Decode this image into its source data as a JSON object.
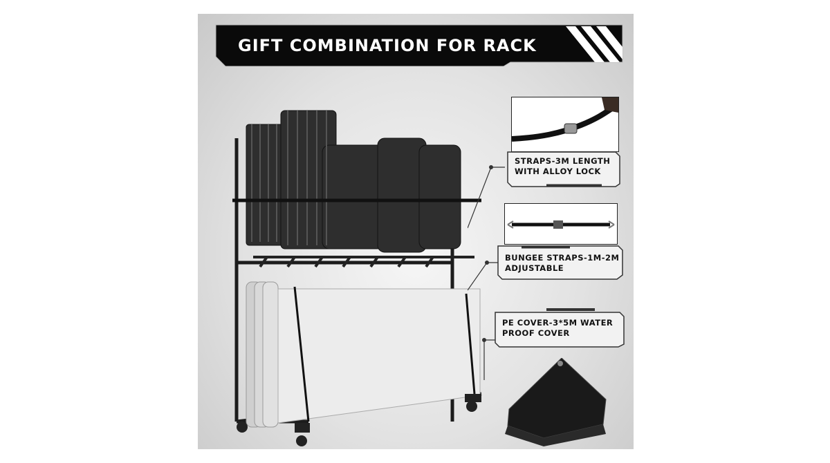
{
  "header": {
    "title": "GIFT COMBINATION FOR RACK"
  },
  "callouts": [
    {
      "line1": "STRAPS-3M LENGTH",
      "line2": "WITH ALLOY LOCK"
    },
    {
      "line1": "BUNGEE  STRAPS-1M-2M",
      "line2": "ADJUSTABLE"
    },
    {
      "line1": "PE COVER-3*5M WATER",
      "line2": "PROOF COVER"
    }
  ],
  "colors": {
    "banner": "#0a0a0a",
    "accent": "#ffffff",
    "chair": "#2e2e2e",
    "table": "#eaeaea"
  },
  "icons": [
    "strap-icon",
    "bungee-icon",
    "tarp-icon"
  ]
}
